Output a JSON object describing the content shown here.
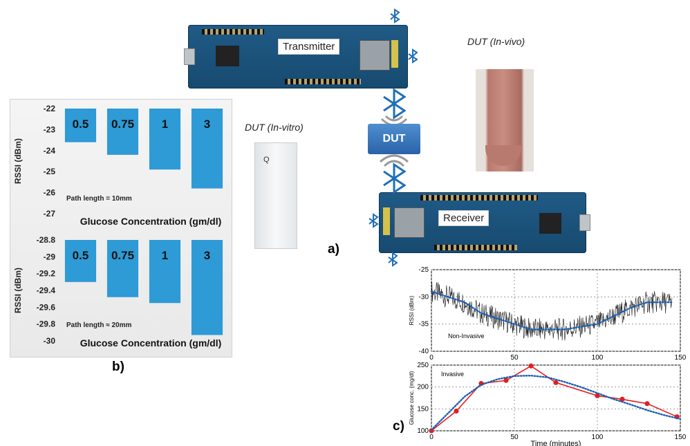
{
  "labels": {
    "transmitter": "Transmitter",
    "receiver": "Receiver",
    "dut": "DUT",
    "dut_in_vivo": "DUT (In-vivo)",
    "dut_in_vitro": "DUT (In-vitro)",
    "panel_a": "a)",
    "panel_b": "b)",
    "panel_c": "c)",
    "cuvette_mark": "Q"
  },
  "chart_data": [
    {
      "type": "bar",
      "categories": [
        "0.5",
        "0.75",
        "1",
        "3"
      ],
      "values": [
        -23.6,
        -24.2,
        -24.9,
        -25.8
      ],
      "bar_labels": [
        "0.5",
        "0.75",
        "1",
        "3"
      ],
      "ylabel": "RSSI (dBm)",
      "xlabel": "Glucose Concentration (gm/dl)",
      "annotation": "Path length = 10mm",
      "ylim": [
        -27,
        -22
      ],
      "yticks": [
        "-22",
        "-23",
        "-24",
        "-25",
        "-26",
        "-27"
      ],
      "color": "#2e9ad6"
    },
    {
      "type": "bar",
      "categories": [
        "0.5",
        "0.75",
        "1",
        "3"
      ],
      "values": [
        -29.3,
        -29.48,
        -29.55,
        -29.93
      ],
      "bar_labels": [
        "0.5",
        "0.75",
        "1",
        "3"
      ],
      "ylabel": "RSSI (dBm)",
      "xlabel": "Glucose Concentration (gm/dl)",
      "annotation": "Path length ≈ 20mm",
      "ylim": [
        -30,
        -28.8
      ],
      "yticks": [
        "-28.8",
        "-29",
        "-29.2",
        "-29.4",
        "-29.6",
        "-29.8",
        "-30"
      ],
      "color": "#2e9ad6"
    },
    {
      "type": "line",
      "ylabel": "RSSI (dBm)",
      "annotation": "Non-Invasive",
      "xlim": [
        0,
        150
      ],
      "ylim": [
        -40,
        -25
      ],
      "xticks": [
        "0",
        "50",
        "100",
        "150"
      ],
      "yticks": [
        "-25",
        "-30",
        "-35",
        "-40"
      ],
      "grid": true,
      "series": [
        {
          "x": [
            0,
            10,
            20,
            30,
            40,
            50,
            60,
            70,
            80,
            90,
            100,
            110,
            120,
            130,
            140,
            145
          ],
          "y": [
            -29,
            -30,
            -31,
            -33,
            -34,
            -35,
            -36,
            -36,
            -36,
            -35.5,
            -35,
            -33.5,
            -32,
            -31,
            -31,
            -31
          ],
          "color": "#1b5fb3",
          "style": "dotted"
        }
      ]
    },
    {
      "type": "line",
      "ylabel": "Glucose conc. (mg/dl)",
      "xlabel": "Time (minutes)",
      "annotation": "Invasive",
      "xlim": [
        0,
        150
      ],
      "ylim": [
        100,
        250
      ],
      "xticks": [
        "0",
        "50",
        "100",
        "150"
      ],
      "yticks": [
        "100",
        "150",
        "200",
        "250"
      ],
      "grid": true,
      "series": [
        {
          "x": [
            0,
            15,
            30,
            45,
            60,
            75,
            100,
            115,
            130,
            148
          ],
          "y": [
            100,
            145,
            208,
            215,
            248,
            210,
            180,
            172,
            162,
            132
          ],
          "color": "#e02020",
          "style": "solid-markers"
        },
        {
          "x": [
            0,
            10,
            20,
            30,
            40,
            50,
            60,
            70,
            80,
            90,
            100,
            110,
            120,
            130,
            140,
            150
          ],
          "y": [
            102,
            140,
            178,
            205,
            218,
            225,
            226,
            222,
            212,
            200,
            186,
            172,
            160,
            147,
            136,
            127
          ],
          "color": "#1b5fb3",
          "style": "dotted"
        }
      ]
    }
  ]
}
